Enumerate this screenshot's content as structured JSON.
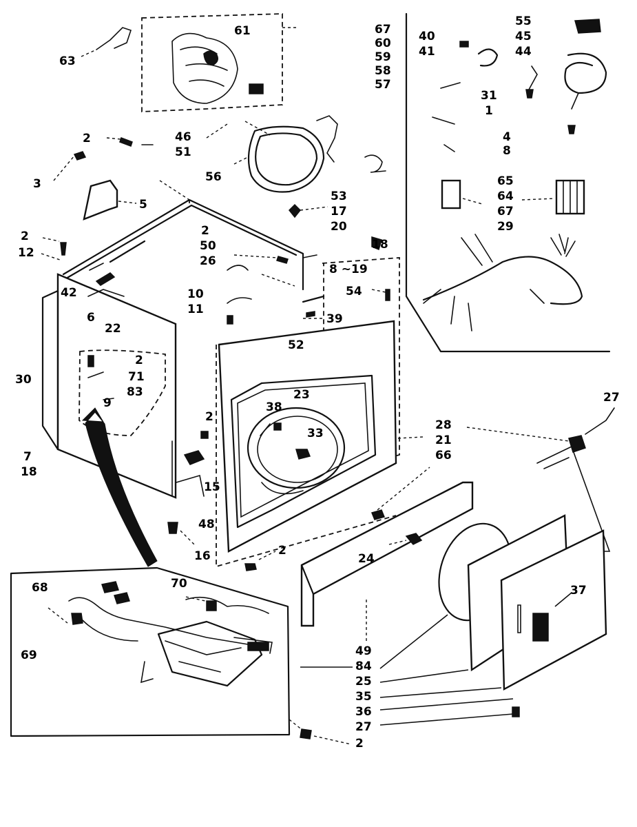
{
  "labels": {
    "p61": "61",
    "p63": "63",
    "p67a": "67",
    "p60": "60",
    "p59": "59",
    "p58": "58",
    "p57": "57",
    "p40": "40",
    "p41": "41",
    "p55": "55",
    "p45": "45",
    "p44": "44",
    "p31": "31",
    "p1": "1",
    "p4": "4",
    "p8": "8",
    "p65": "65",
    "p64": "64",
    "p67b": "67",
    "p29": "29",
    "p2a": "2",
    "p46": "46",
    "p51": "51",
    "p3": "3",
    "p5": "5",
    "p56": "56",
    "p53": "53",
    "p17": "17",
    "p20": "20",
    "p18b": "18",
    "p2b": "2",
    "p12": "12",
    "p2c": "2",
    "p50": "50",
    "p26": "26",
    "p42": "42",
    "p6": "6",
    "p22": "22",
    "p10": "10",
    "p11": "11",
    "p8_19": "8 ~19",
    "p54": "54",
    "p39": "39",
    "p52": "52",
    "p30": "30",
    "p2d": "2",
    "p71": "71",
    "p83": "83",
    "p9": "9",
    "p7": "7",
    "p18": "18",
    "p38": "38",
    "p23": "23",
    "p33": "33",
    "p2e": "2",
    "p15": "15",
    "p48": "48",
    "p16": "16",
    "p2f": "2",
    "p28": "28",
    "p21": "21",
    "p66": "66",
    "p27a": "27",
    "p24": "24",
    "p37": "37",
    "p68": "68",
    "p70": "70",
    "p69": "69",
    "p49": "49",
    "p84": "84",
    "p25": "25",
    "p35": "35",
    "p36": "36",
    "p27b": "27",
    "p2g": "2"
  }
}
